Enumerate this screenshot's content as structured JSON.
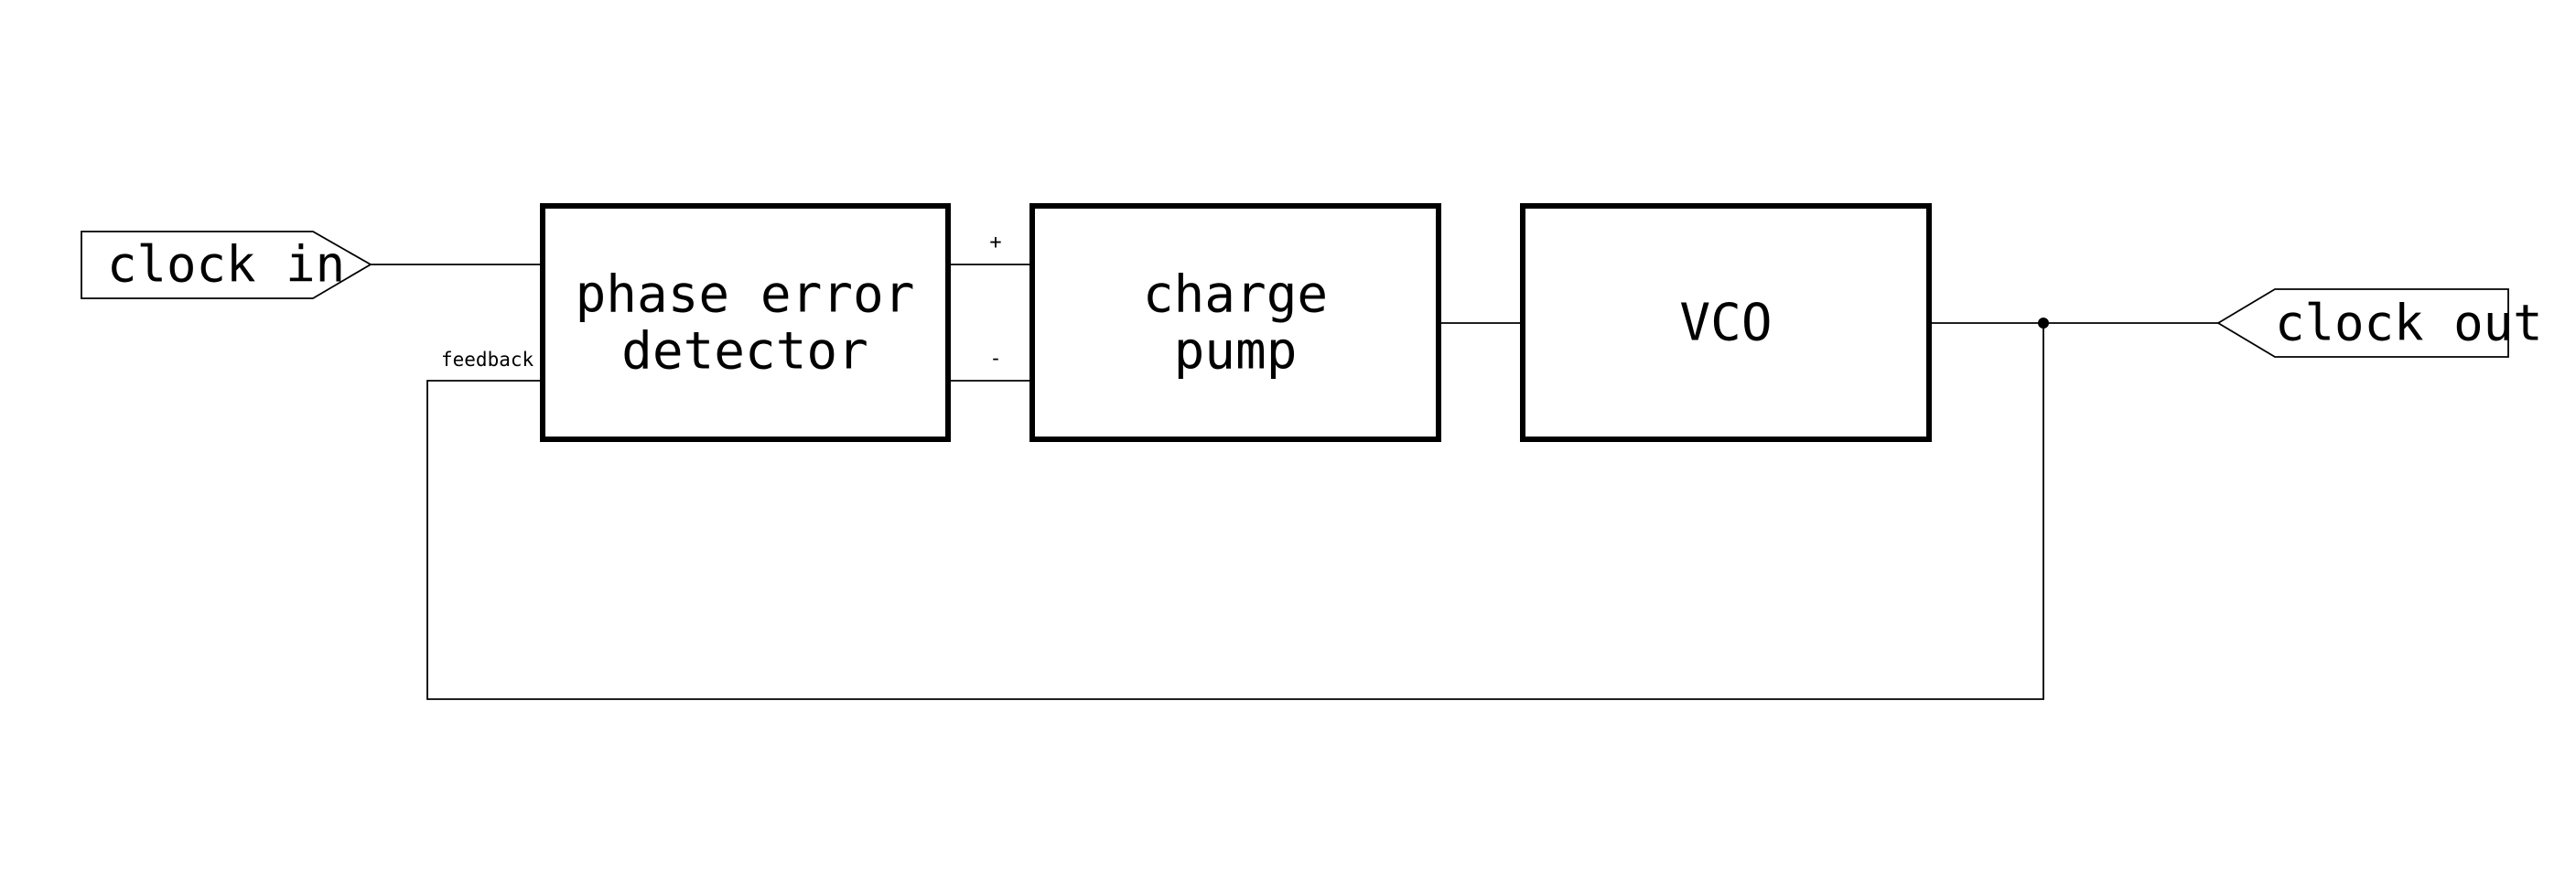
{
  "diagram": {
    "ports": {
      "input": {
        "label": "clock in"
      },
      "output": {
        "label": "clock out"
      }
    },
    "blocks": {
      "phase_detector": {
        "line1": "phase error",
        "line2": "detector"
      },
      "charge_pump": {
        "line1": "charge",
        "line2": "pump"
      },
      "vco": {
        "label": "VCO"
      }
    },
    "signals": {
      "feedback": "feedback",
      "plus": "+",
      "minus": "-"
    }
  }
}
